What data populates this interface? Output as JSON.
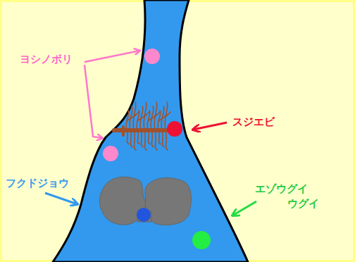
{
  "diagram": {
    "labels": [
      "ヨシノボリ",
      "スジエビ",
      "フクドジョウ",
      "エゾウグイ",
      "ウグイ"
    ]
  }
}
